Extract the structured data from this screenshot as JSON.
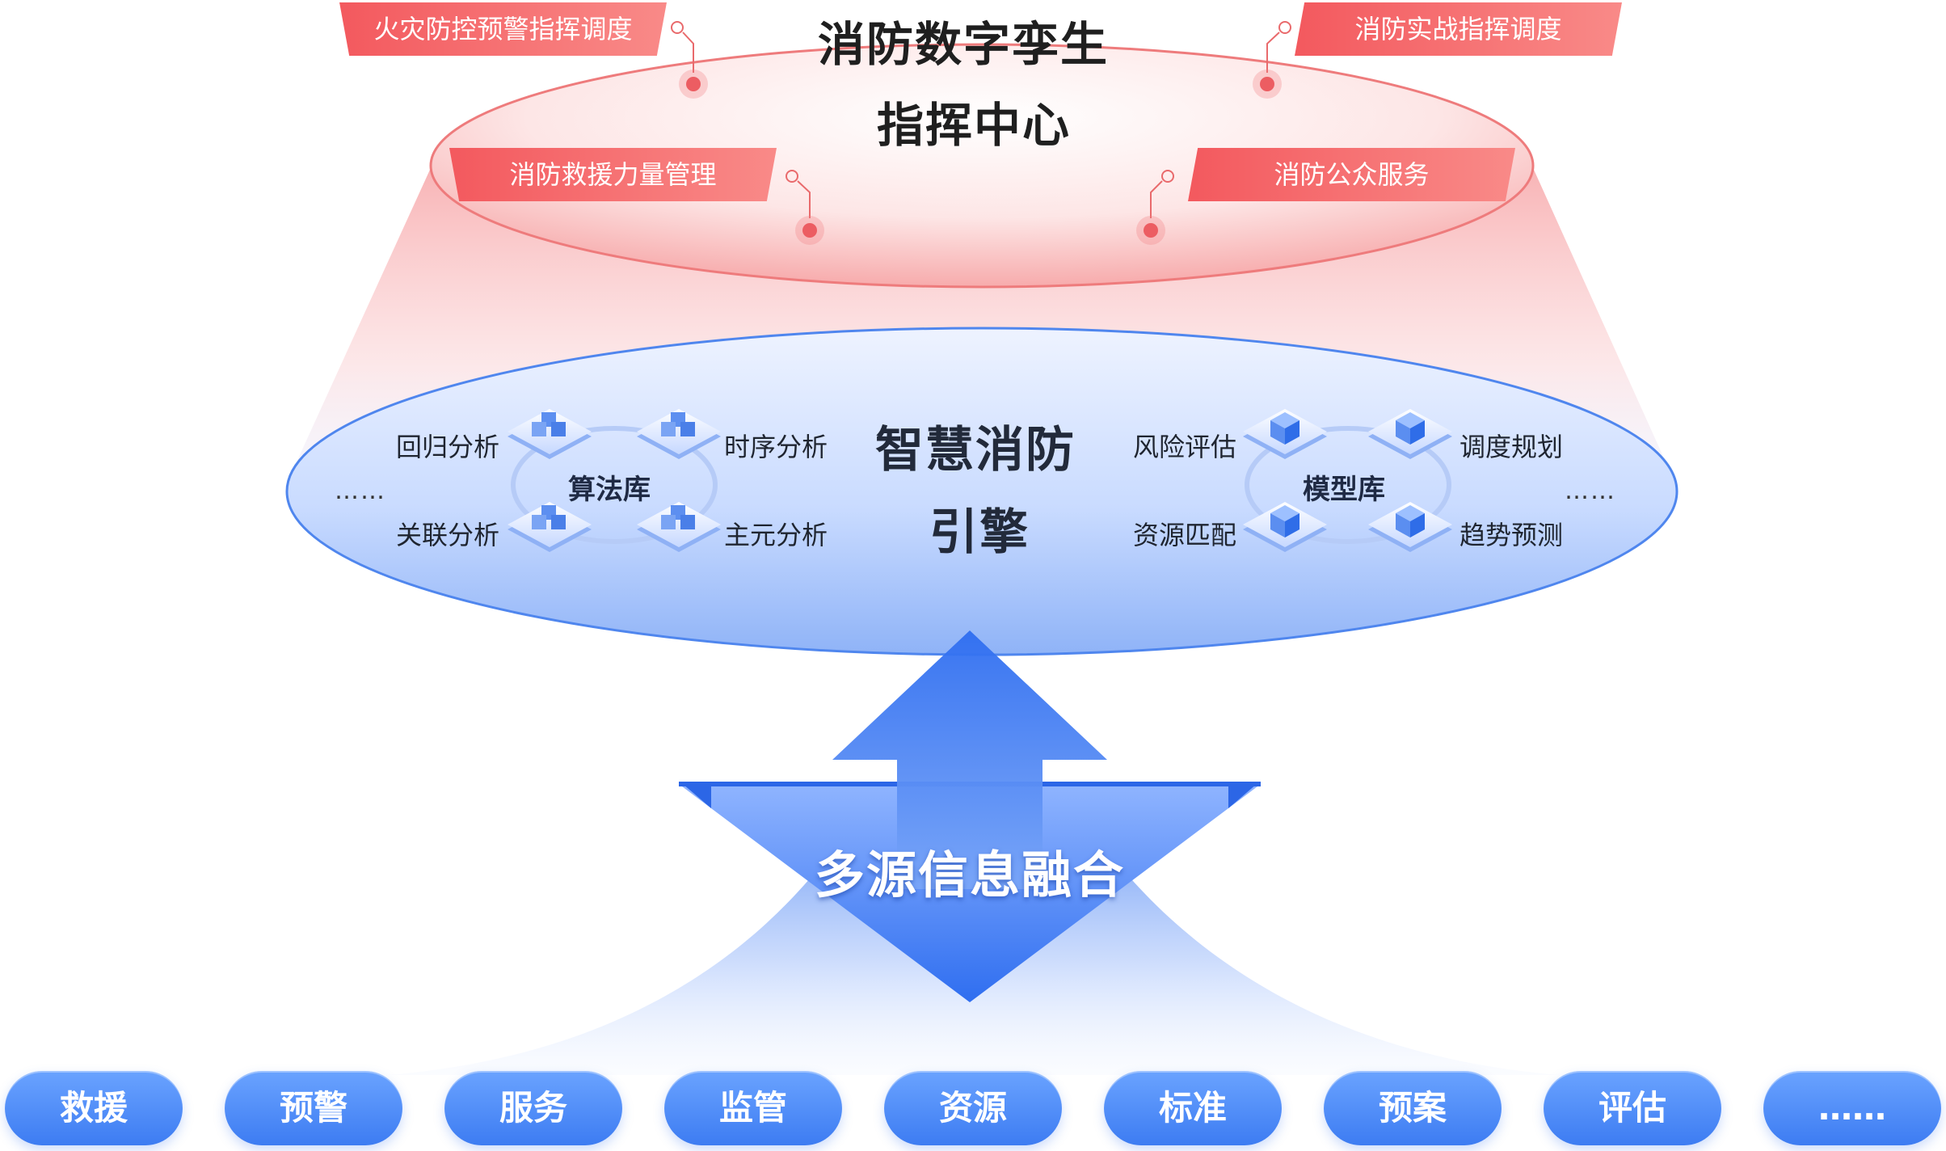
{
  "top": {
    "title_line1": "消防数字孪生",
    "title_line2": "指挥中心",
    "banners": [
      "火灾防控预警指挥调度",
      "消防实战指挥调度",
      "消防救援力量管理",
      "消防公众服务"
    ]
  },
  "engine": {
    "title_line1": "智慧消防",
    "title_line2": "引擎",
    "algo": {
      "name": "算法库",
      "items": [
        "回归分析",
        "时序分析",
        "关联分析",
        "主元分析"
      ],
      "more": "……"
    },
    "model": {
      "name": "模型库",
      "items": [
        "风险评估",
        "调度规划",
        "资源匹配",
        "趋势预测"
      ],
      "more": "……"
    }
  },
  "fusion": {
    "label": "多源信息融合"
  },
  "sources": [
    "救援",
    "预警",
    "服务",
    "监管",
    "资源",
    "标准",
    "预案",
    "评估",
    "……"
  ],
  "colors": {
    "red": "#f3595e",
    "blue": "#3d7cf2",
    "light_blue": "#cfe0ff"
  }
}
